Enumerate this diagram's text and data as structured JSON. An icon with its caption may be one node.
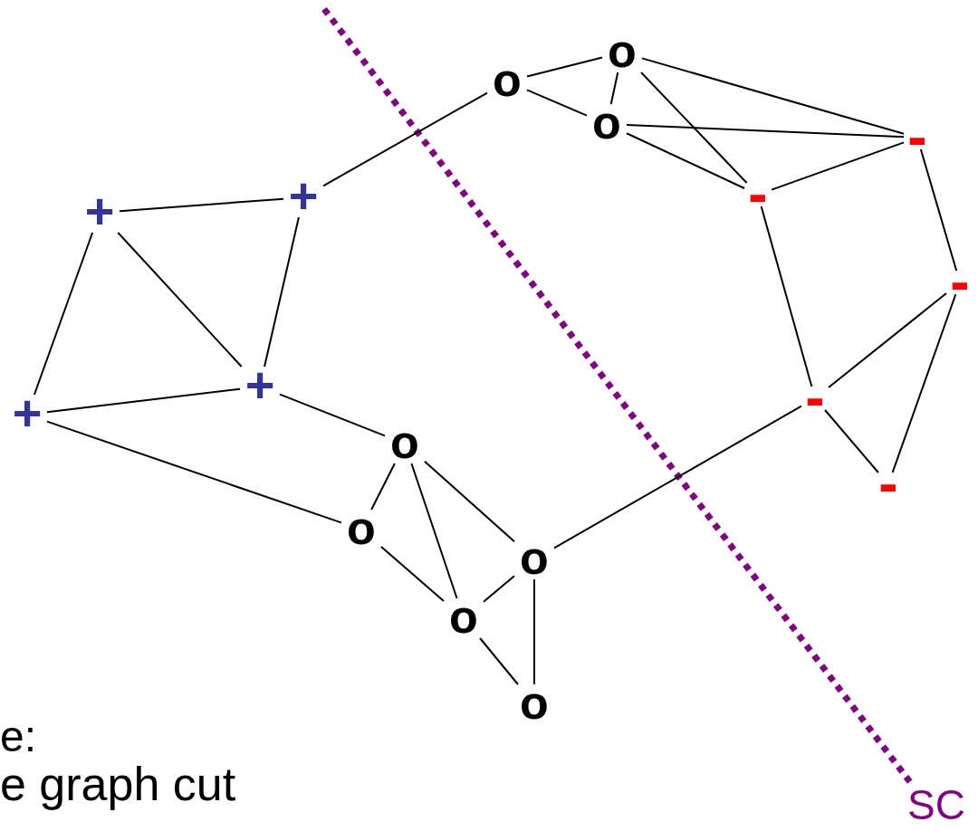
{
  "diagram": {
    "nodes": [
      {
        "text": [
          "+"
        ]
      },
      {
        "text": [
          "+"
        ]
      },
      {
        "text": [
          "+"
        ]
      },
      {
        "text": [
          "+"
        ]
      },
      {
        "text": [
          "o"
        ]
      },
      {
        "text": [
          "o"
        ]
      },
      {
        "text": [
          "o"
        ]
      },
      {
        "text": [
          "o"
        ]
      },
      {
        "text": [
          "o"
        ]
      },
      {
        "text": [
          "o"
        ]
      },
      {
        "text": [
          "o"
        ]
      },
      {
        "text": [
          "o"
        ]
      },
      {
        "text": [
          "-"
        ]
      },
      {
        "text": [
          "-"
        ]
      },
      {
        "text": [
          "-"
        ]
      },
      {
        "text": [
          "-"
        ]
      },
      {
        "text": [
          "-"
        ]
      }
    ],
    "edges": [
      {
        "from": 0,
        "to": 1,
        "arrow": "none"
      },
      {
        "from": 0,
        "to": 2,
        "arrow": "none"
      },
      {
        "from": 0,
        "to": 3,
        "arrow": "none"
      },
      {
        "from": 1,
        "to": 2,
        "arrow": "none"
      },
      {
        "from": 1,
        "to": 4,
        "arrow": "none"
      },
      {
        "from": 2,
        "to": 3,
        "arrow": "none"
      },
      {
        "from": 2,
        "to": 7,
        "arrow": "none"
      },
      {
        "from": 3,
        "to": 8,
        "arrow": "none"
      },
      {
        "from": 4,
        "to": 5,
        "arrow": "none"
      },
      {
        "from": 4,
        "to": 6,
        "arrow": "none"
      },
      {
        "from": 5,
        "to": 6,
        "arrow": "none"
      },
      {
        "from": 5,
        "to": 12,
        "arrow": "none"
      },
      {
        "from": 5,
        "to": 13,
        "arrow": "none"
      },
      {
        "from": 6,
        "to": 12,
        "arrow": "none"
      },
      {
        "from": 6,
        "to": 13,
        "arrow": "none"
      },
      {
        "from": 7,
        "to": 8,
        "arrow": "none"
      },
      {
        "from": 7,
        "to": 9,
        "arrow": "none"
      },
      {
        "from": 7,
        "to": 10,
        "arrow": "none"
      },
      {
        "from": 8,
        "to": 10,
        "arrow": "none"
      },
      {
        "from": 9,
        "to": 10,
        "arrow": "none"
      },
      {
        "from": 9,
        "to": 11,
        "arrow": "none"
      },
      {
        "from": 10,
        "to": 11,
        "arrow": "none"
      },
      {
        "from": 9,
        "to": 15,
        "arrow": "none"
      },
      {
        "from": 12,
        "to": 13,
        "arrow": "none"
      },
      {
        "from": 12,
        "to": 14,
        "arrow": "none"
      },
      {
        "from": 13,
        "to": 15,
        "arrow": "none"
      },
      {
        "from": 15,
        "to": 14,
        "arrow": "none"
      },
      {
        "from": 15,
        "to": 16,
        "arrow": "none"
      },
      {
        "from": 16,
        "to": 14,
        "arrow": "none"
      }
    ],
    "labels": [
      "e:",
      "e graph cut",
      "SC"
    ]
  }
}
